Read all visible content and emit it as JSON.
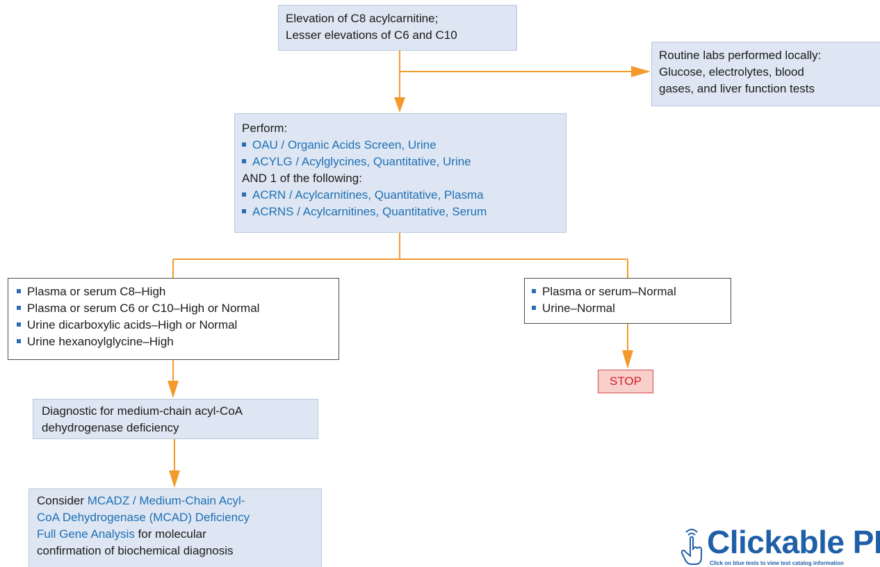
{
  "top_box": {
    "line1": "Elevation of C8 acylcarnitine;",
    "line2": "Lesser elevations of C6 and C10"
  },
  "routine_box": {
    "line1": "Routine labs performed locally:",
    "line2": "Glucose, electrolytes, blood",
    "line3": "gases, and liver function tests"
  },
  "perform_box": {
    "heading": "Perform:",
    "tests": [
      "OAU / Organic Acids Screen, Urine",
      "ACYLG / Acylglycines, Quantitative, Urine"
    ],
    "and_text": "AND 1 of the following:",
    "options": [
      "ACRN / Acylcarnitines, Quantitative, Plasma",
      "ACRNS / Acylcarnitines, Quantitative, Serum"
    ]
  },
  "left_results": [
    "Plasma or serum C8–High",
    "Plasma or serum C6 or C10–High or Normal",
    "Urine dicarboxylic acids–High or Normal",
    "Urine hexanoylglycine–High"
  ],
  "right_results": [
    "Plasma or serum–Normal",
    "Urine–Normal"
  ],
  "stop_label": "STOP",
  "diagnostic_box": {
    "line1": "Diagnostic for medium-chain acyl-CoA",
    "line2": "dehydrogenase deficiency"
  },
  "consider_box": {
    "prefix": "Consider ",
    "link_l1": "MCADZ / Medium-Chain Acyl-",
    "link_l2": "CoA Dehydrogenase (MCAD) Deficiency",
    "link_l3": "Full Gene Analysis",
    "after_l3": " for molecular",
    "line4": "confirmation of biochemical diagnosis"
  },
  "logo": {
    "text": "Clickable PDF",
    "subtext": "Click on blue tests to view test catalog information"
  },
  "colors": {
    "connector": "#f39a2b",
    "box_fill": "#dde6f2",
    "link": "#1f6fb5",
    "bullet": "#2a6db5",
    "stop_fill": "#f8cfcb",
    "stop_text": "#d0202a"
  }
}
